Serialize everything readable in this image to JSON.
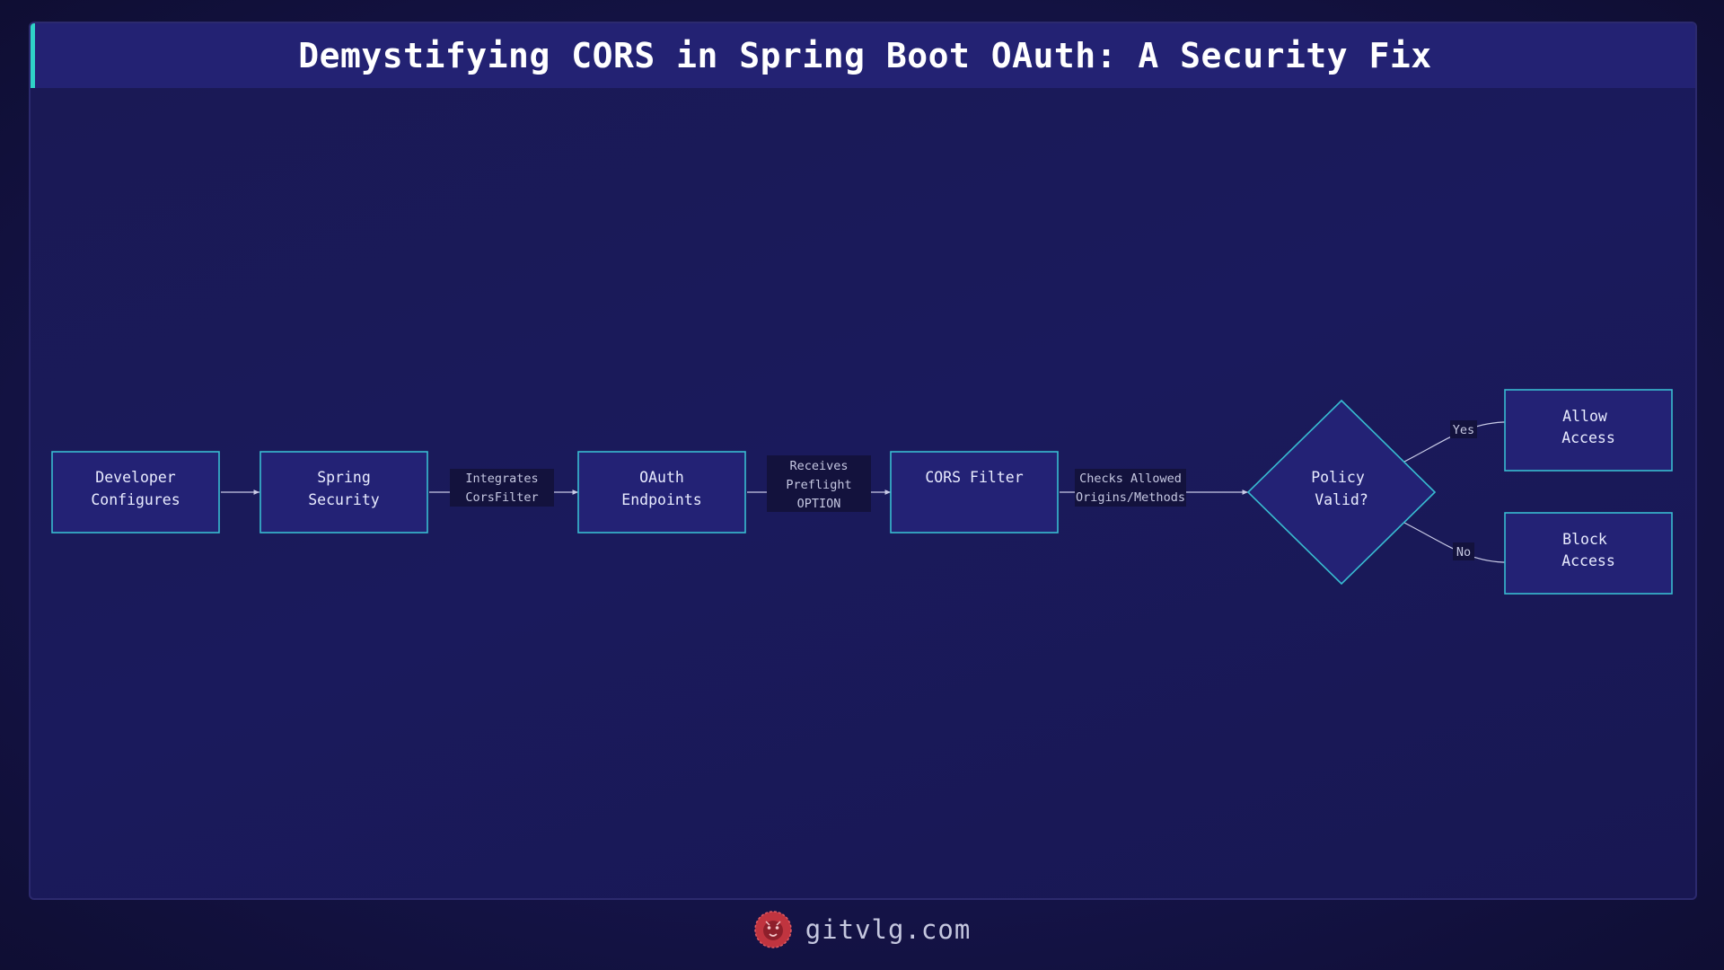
{
  "title": "Demystifying CORS in Spring Boot OAuth: A Security Fix",
  "nodes": {
    "developer": [
      "Developer",
      "Configures"
    ],
    "spring_security": [
      "Spring",
      "Security"
    ],
    "oauth": [
      "OAuth",
      "Endpoints"
    ],
    "cors_filter": [
      "CORS Filter"
    ],
    "policy": [
      "Policy",
      "Valid?"
    ],
    "allow": [
      "Allow",
      "Access"
    ],
    "block": [
      "Block",
      "Access"
    ]
  },
  "edges": {
    "integrates": [
      "Integrates",
      "CorsFilter"
    ],
    "preflight": [
      "Receives",
      "Preflight",
      "OPTION"
    ],
    "checks": [
      "Checks Allowed",
      "Origins/Methods"
    ],
    "yes": "Yes",
    "no": "No"
  },
  "footer": {
    "site": "gitvlg.com",
    "logo_icon": "lion-head-icon"
  },
  "colors": {
    "background": "#12113a",
    "panel": "#1a1a5c",
    "title_bar": "#232273",
    "accent": "#2fd3c7",
    "node_fill": "#232275",
    "node_stroke": "#38bcd1",
    "logo": "#c0343f"
  }
}
